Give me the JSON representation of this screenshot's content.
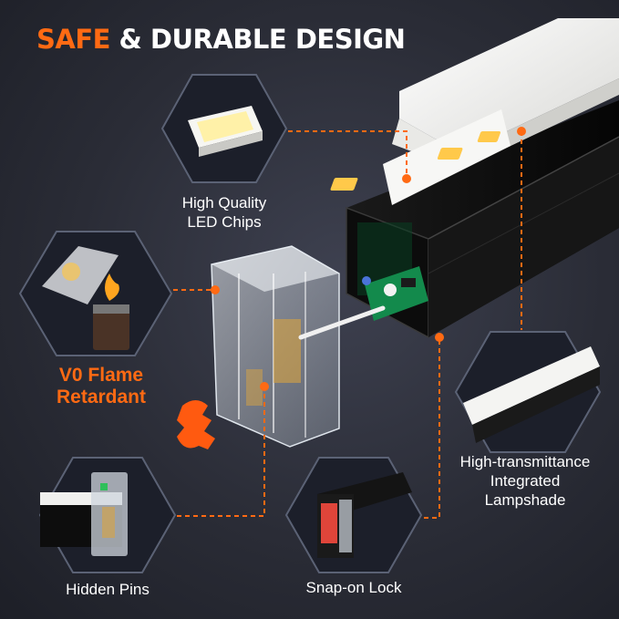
{
  "headline": {
    "accent": "SAFE",
    "rest": " & DURABLE DESIGN"
  },
  "features": {
    "led_chips": {
      "line1": "High Quality",
      "line2": "LED Chips"
    },
    "flame": {
      "line1": "V0 Flame",
      "line2": "Retardant"
    },
    "lampshade": {
      "line1": "High-transmittance",
      "line2": "Integrated",
      "line3": "Lampshade"
    },
    "pins": {
      "label": "Hidden Pins"
    },
    "lock": {
      "label": "Snap-on Lock"
    }
  },
  "colors": {
    "accent": "#ff6a13",
    "background": "#2a2c36",
    "text": "#ffffff",
    "led": "#ffc94a",
    "profile": "#111111",
    "diffuser": "#f2f2f0"
  }
}
